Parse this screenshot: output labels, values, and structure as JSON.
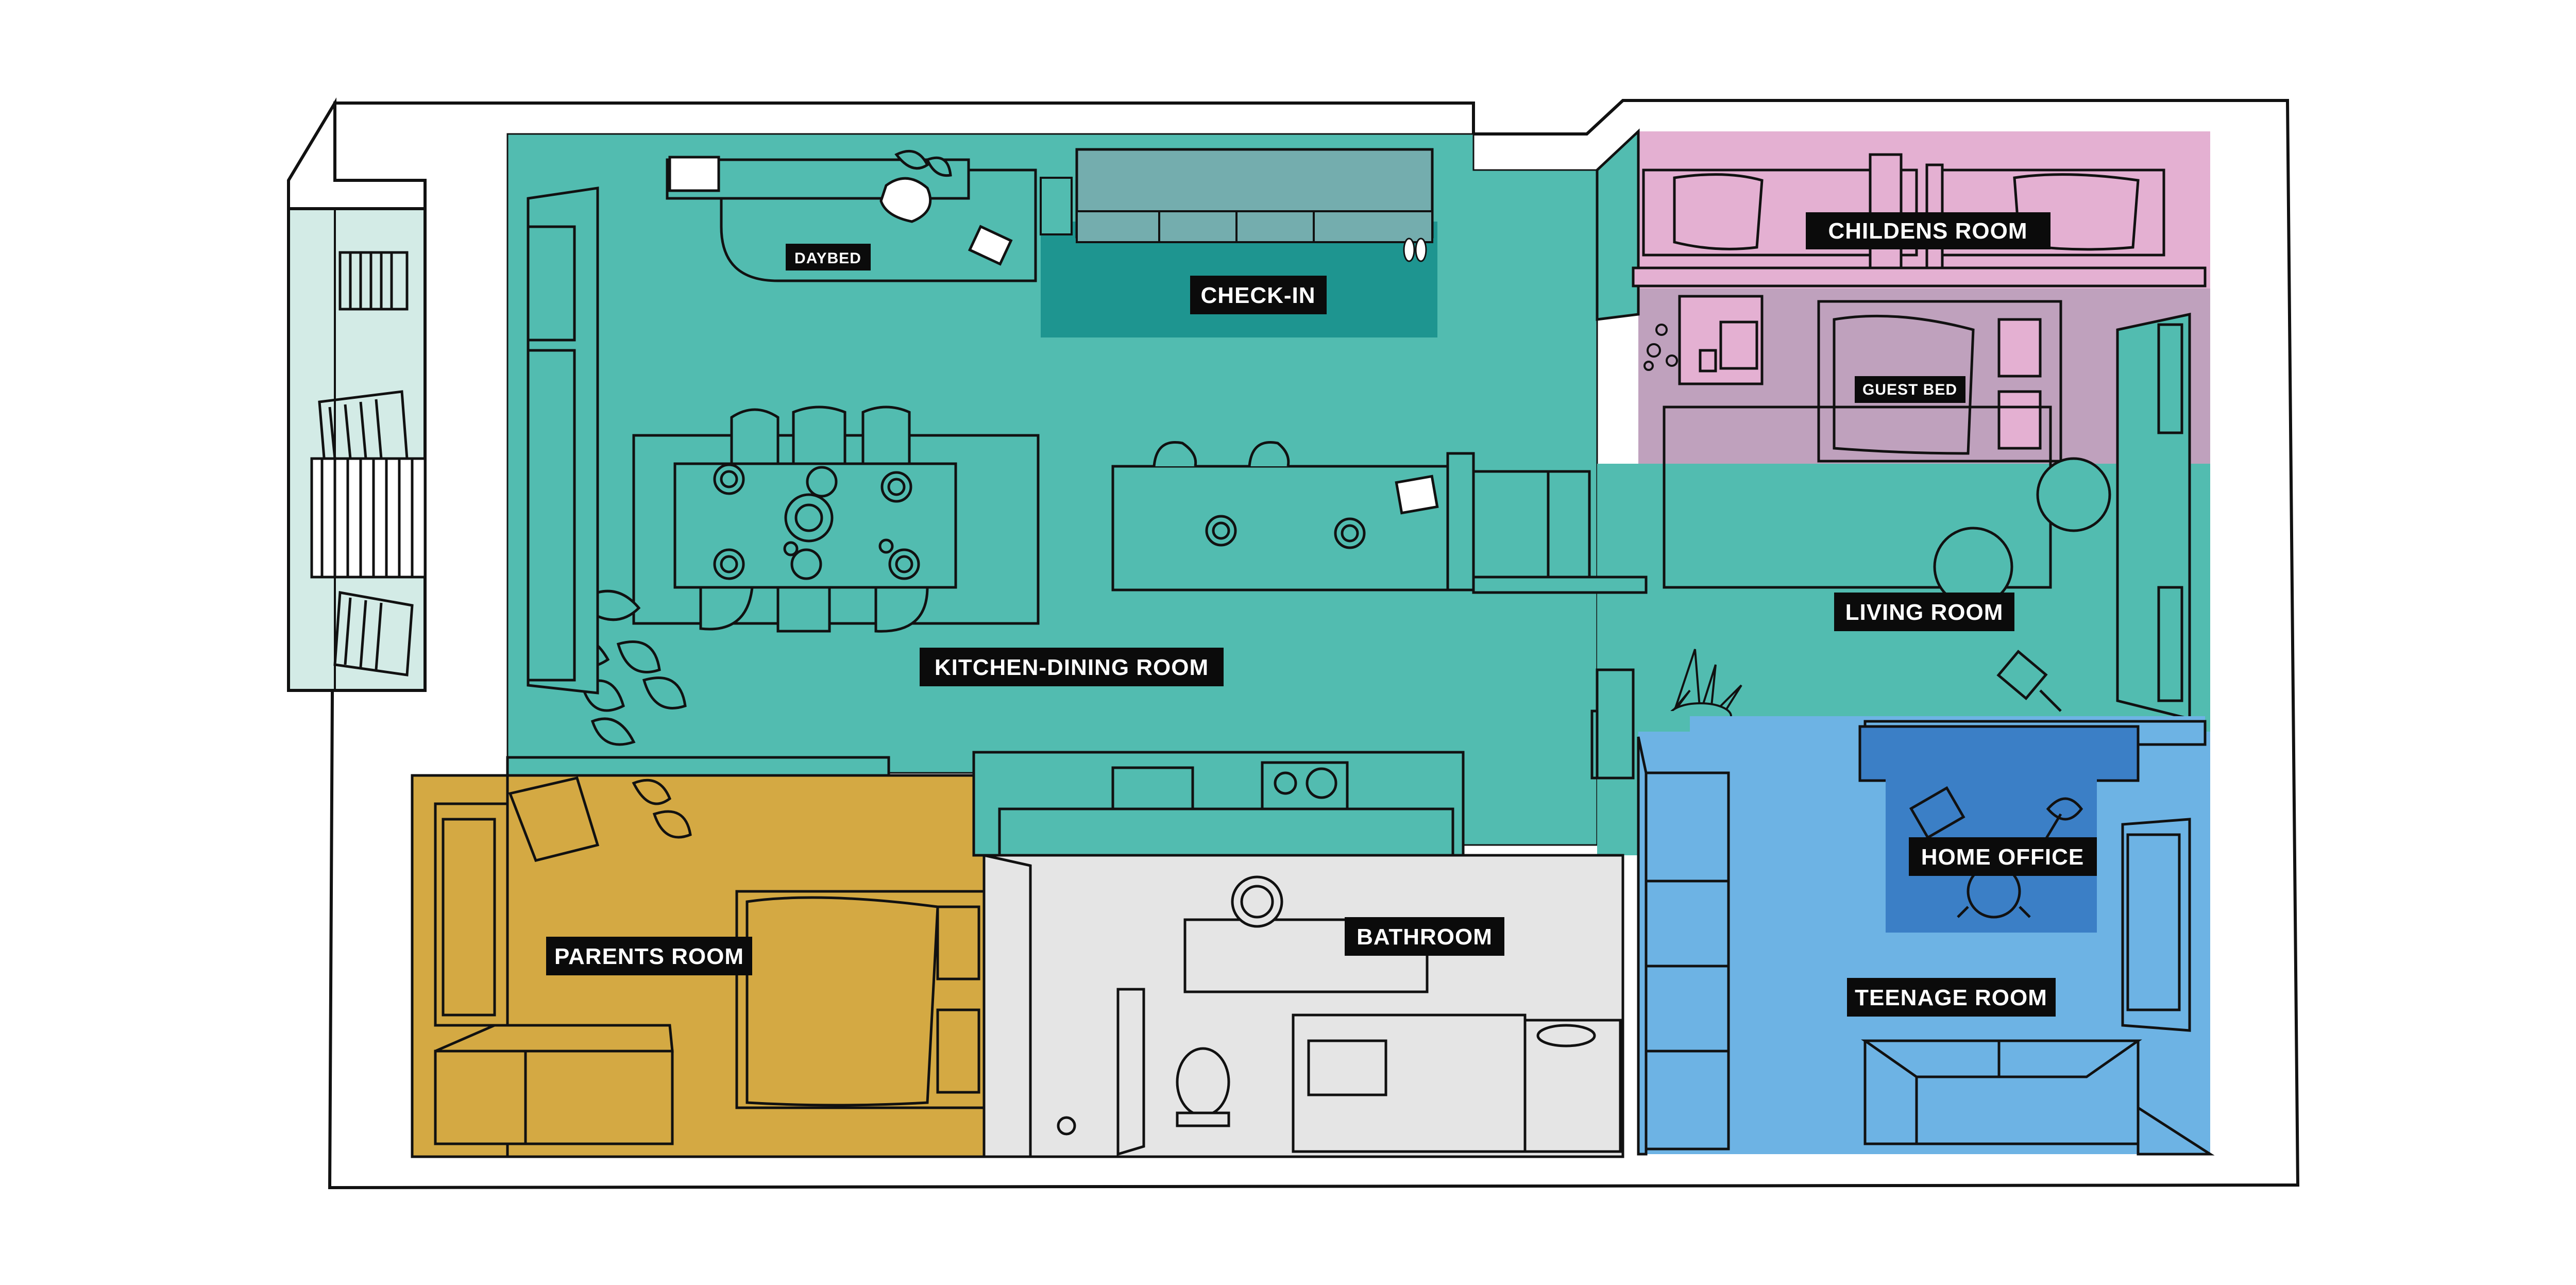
{
  "colors": {
    "kitchen": "#52bcb0",
    "checkin": "#1e9590",
    "children": "#e4b0d2",
    "guest": "#bfa1bd",
    "office_dark": "#3b7fc6",
    "teen": "#6db3e4",
    "parents": "#d4a943",
    "bathroom": "#e5e5e5",
    "balcony": "#d3ebe6",
    "line": "#111111",
    "label_bg": "#0b0b0b",
    "label_fg": "#ffffff"
  },
  "labels": {
    "daybed": "DAYBED",
    "checkin": "CHECK-IN",
    "childrens_room": "CHILDENS ROOM",
    "guest_bed": "GUEST BED",
    "living_room": "LIVING ROOM",
    "kitchen_dining": "KITCHEN-DINING ROOM",
    "home_office": "HOME OFFICE",
    "parents_room": "PARENTS ROOM",
    "bathroom": "BATHROOM",
    "teenage_room": "TEENAGE ROOM"
  },
  "icons": [
    "plant-icon",
    "chair-icon",
    "lamp-icon",
    "laptop-icon",
    "toilet-icon",
    "sink-icon",
    "stove-icon",
    "bed-icon"
  ]
}
